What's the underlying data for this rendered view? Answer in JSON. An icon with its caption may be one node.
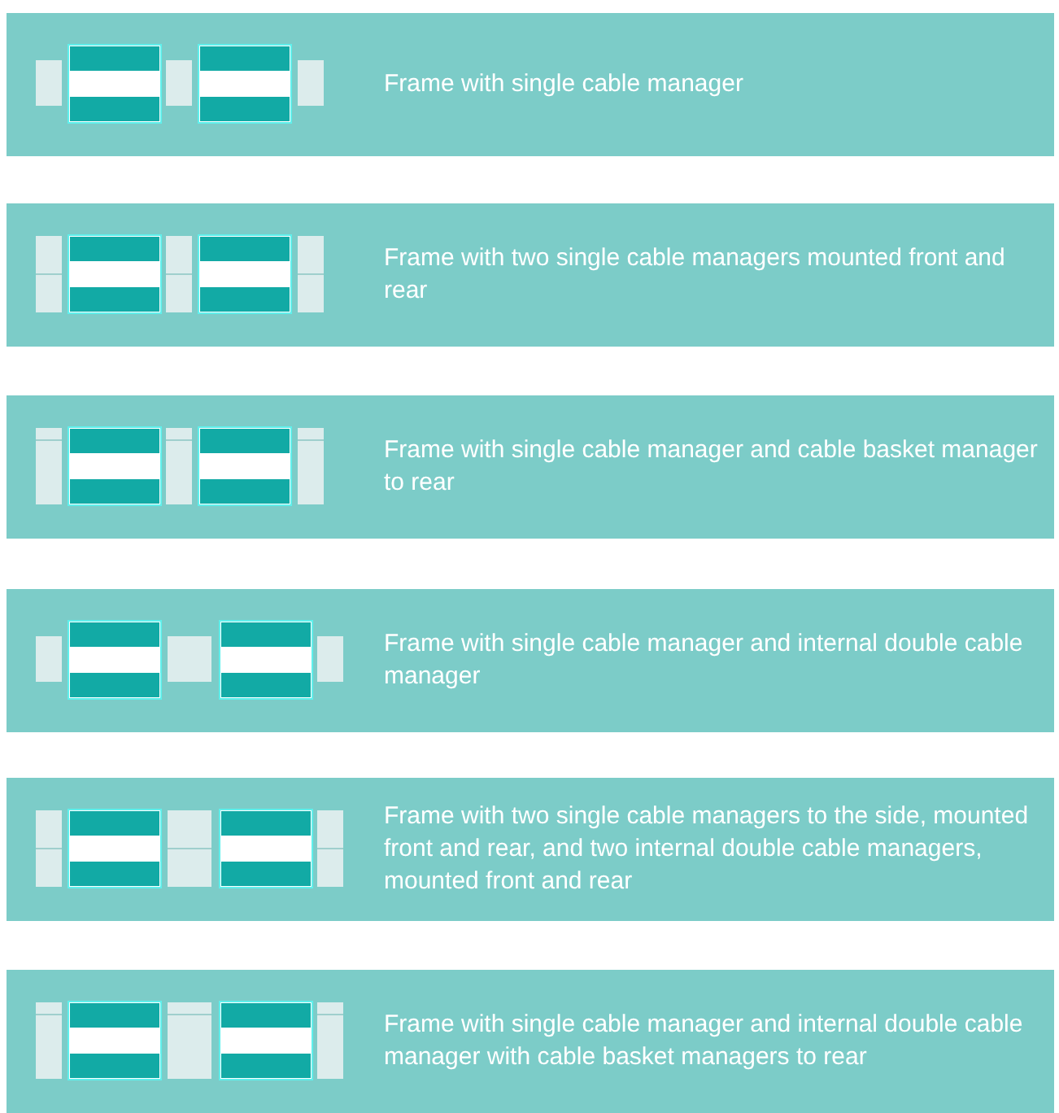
{
  "diagram": {
    "nodes": [
      {
        "text": [
          "Frame with single cable manager"
        ]
      },
      {
        "text": [
          "Frame with two single cable managers mounted front and rear"
        ]
      },
      {
        "text": [
          "Frame with single cable manager and cable basket manager to rear"
        ]
      },
      {
        "text": [
          "Frame with single cable manager and internal double cable manager"
        ]
      },
      {
        "text": [
          "Frame with two single cable managers to the side, mounted front and rear, and two internal double cable managers, mounted front and rear"
        ]
      },
      {
        "text": [
          "Frame with single cable manager and internal double cable manager with cable basket managers to rear"
        ]
      }
    ]
  }
}
